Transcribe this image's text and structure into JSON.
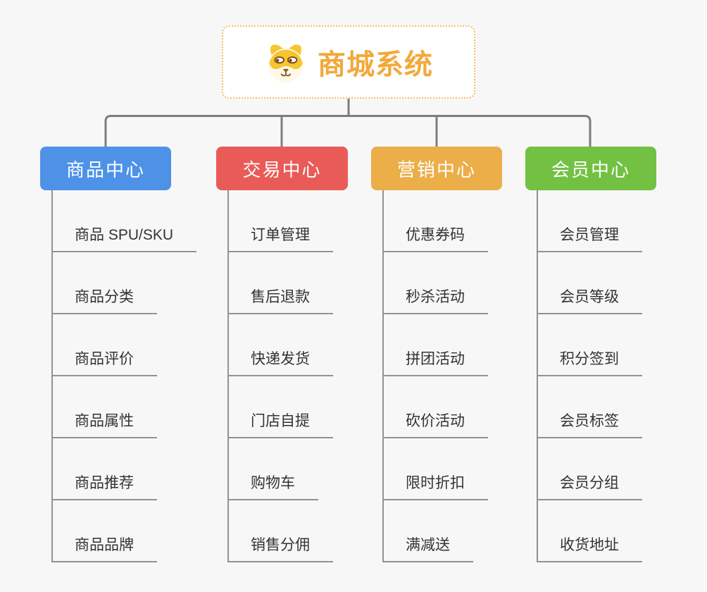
{
  "root": {
    "label": "商城系统",
    "icon": "dog-icon"
  },
  "branches": [
    {
      "id": "product-center",
      "label": "商品中心",
      "color": "#4e92e8",
      "children": [
        "商品 SPU/SKU",
        "商品分类",
        "商品评价",
        "商品属性",
        "商品推荐",
        "商品品牌"
      ]
    },
    {
      "id": "trade-center",
      "label": "交易中心",
      "color": "#e95b57",
      "children": [
        "订单管理",
        "售后退款",
        "快递发货",
        "门店自提",
        "购物车",
        "销售分佣"
      ]
    },
    {
      "id": "marketing-center",
      "label": "营销中心",
      "color": "#ebae48",
      "children": [
        "优惠券码",
        "秒杀活动",
        "拼团活动",
        "砍价活动",
        "限时折扣",
        "满减送"
      ]
    },
    {
      "id": "member-center",
      "label": "会员中心",
      "color": "#72c142",
      "children": [
        "会员管理",
        "会员等级",
        "积分签到",
        "会员标签",
        "会员分组",
        "收货地址"
      ]
    }
  ],
  "colors": {
    "background": "#f7f7f7",
    "root_accent": "#f2a93b",
    "root_border": "#f5bd64",
    "connector": "#7d7d7d",
    "child_line": "#929292",
    "child_text": "#333333",
    "branch_blue": "#4e92e8",
    "branch_red": "#e95b57",
    "branch_orange": "#ebae48",
    "branch_green": "#72c142"
  }
}
